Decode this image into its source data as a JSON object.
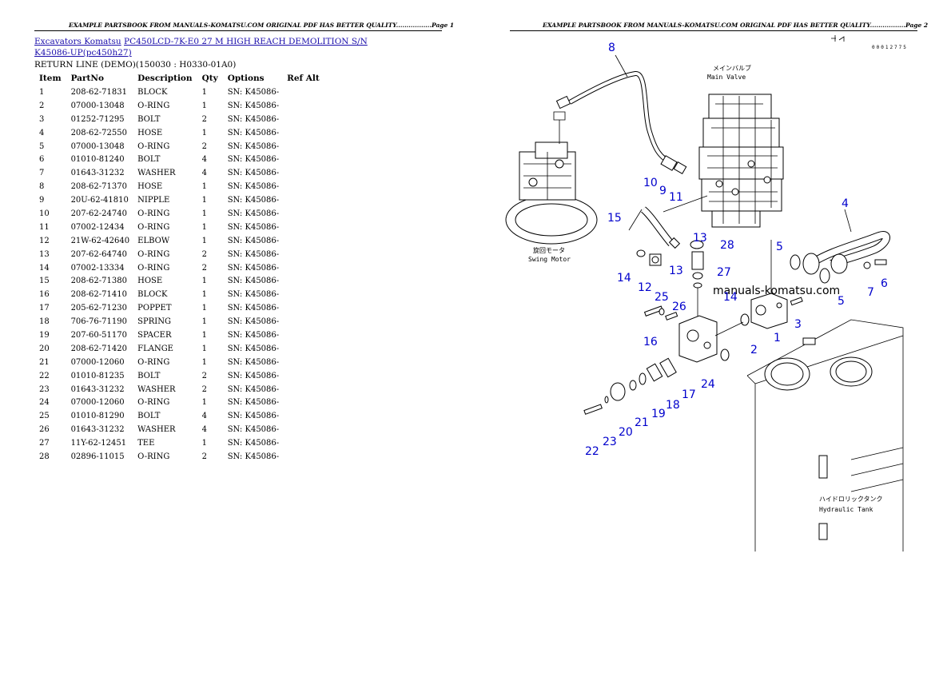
{
  "page1": {
    "header": "EXAMPLE PARTSBOOK FROM MANUALS-KOMATSU.COM ORIGINAL PDF HAS BETTER QUALITY.................Page 1",
    "breadcrumb": {
      "link1": "Excavators Komatsu",
      "link2": "PC450LCD-7K-E0 27 M HIGH REACH DEMOLITION S/N K45086-UP(pc450h27)"
    },
    "subtitle": "RETURN LINE (DEMO)(150030 : H0330-01A0)",
    "table": {
      "headers": [
        "Item",
        "PartNo",
        "Description",
        "Qty",
        "Options",
        "Ref Alt"
      ],
      "rows": [
        [
          "1",
          "208-62-71831",
          "BLOCK",
          "1",
          "SN: K45086-",
          ""
        ],
        [
          "2",
          "07000-13048",
          "O-RING",
          "1",
          "SN: K45086-",
          ""
        ],
        [
          "3",
          "01252-71295",
          "BOLT",
          "2",
          "SN: K45086-",
          ""
        ],
        [
          "4",
          "208-62-72550",
          "HOSE",
          "1",
          "SN: K45086-",
          ""
        ],
        [
          "5",
          "07000-13048",
          "O-RING",
          "2",
          "SN: K45086-",
          ""
        ],
        [
          "6",
          "01010-81240",
          "BOLT",
          "4",
          "SN: K45086-",
          ""
        ],
        [
          "7",
          "01643-31232",
          "WASHER",
          "4",
          "SN: K45086-",
          ""
        ],
        [
          "8",
          "208-62-71370",
          "HOSE",
          "1",
          "SN: K45086-",
          ""
        ],
        [
          "9",
          "20U-62-41810",
          "NIPPLE",
          "1",
          "SN: K45086-",
          ""
        ],
        [
          "10",
          "207-62-24740",
          "O-RING",
          "1",
          "SN: K45086-",
          ""
        ],
        [
          "11",
          "07002-12434",
          "O-RING",
          "1",
          "SN: K45086-",
          ""
        ],
        [
          "12",
          "21W-62-42640",
          "ELBOW",
          "1",
          "SN: K45086-",
          ""
        ],
        [
          "13",
          "207-62-64740",
          "O-RING",
          "2",
          "SN: K45086-",
          ""
        ],
        [
          "14",
          "07002-13334",
          "O-RING",
          "2",
          "SN: K45086-",
          ""
        ],
        [
          "15",
          "208-62-71380",
          "HOSE",
          "1",
          "SN: K45086-",
          ""
        ],
        [
          "16",
          "208-62-71410",
          "BLOCK",
          "1",
          "SN: K45086-",
          ""
        ],
        [
          "17",
          "205-62-71230",
          "POPPET",
          "1",
          "SN: K45086-",
          ""
        ],
        [
          "18",
          "706-76-71190",
          "SPRING",
          "1",
          "SN: K45086-",
          ""
        ],
        [
          "19",
          "207-60-51170",
          "SPACER",
          "1",
          "SN: K45086-",
          ""
        ],
        [
          "20",
          "208-62-71420",
          "FLANGE",
          "1",
          "SN: K45086-",
          ""
        ],
        [
          "21",
          "07000-12060",
          "O-RING",
          "1",
          "SN: K45086-",
          ""
        ],
        [
          "22",
          "01010-81235",
          "BOLT",
          "2",
          "SN: K45086-",
          ""
        ],
        [
          "23",
          "01643-31232",
          "WASHER",
          "2",
          "SN: K45086-",
          ""
        ],
        [
          "24",
          "07000-12060",
          "O-RING",
          "1",
          "SN: K45086-",
          ""
        ],
        [
          "25",
          "01010-81290",
          "BOLT",
          "4",
          "SN: K45086-",
          ""
        ],
        [
          "26",
          "01643-31232",
          "WASHER",
          "4",
          "SN: K45086-",
          ""
        ],
        [
          "27",
          "11Y-62-12451",
          "TEE",
          "1",
          "SN: K45086-",
          ""
        ],
        [
          "28",
          "02896-11015",
          "O-RING",
          "2",
          "SN: K45086-",
          ""
        ]
      ]
    }
  },
  "page2": {
    "header": "EXAMPLE PARTSBOOK FROM MANUALS-KOMATSU.COM ORIGINAL PDF HAS BETTER QUALITY.................Page 2",
    "drawing_code": "00012775",
    "watermark": "manuals-komatsu.com",
    "labels": {
      "main_valve_jp": "メインバルブ",
      "main_valve_en": "Main Valve",
      "swing_motor_jp": "旋回モータ",
      "swing_motor_en": "Swing Motor",
      "hyd_tank_jp": "ハイドロリックタンク",
      "hyd_tank_en": "Hydraulic Tank"
    },
    "callouts": [
      "8",
      "10",
      "9",
      "11",
      "15",
      "13",
      "28",
      "13",
      "27",
      "14",
      "12",
      "4",
      "5",
      "6",
      "7",
      "5",
      "14",
      "25",
      "26",
      "3",
      "1",
      "2",
      "16",
      "24",
      "17",
      "18",
      "19",
      "21",
      "20",
      "23",
      "22"
    ],
    "callout_color": "#0000cc"
  }
}
